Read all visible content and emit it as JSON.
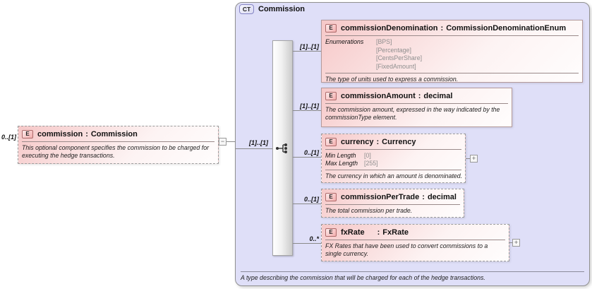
{
  "colors": {
    "container_bg": "#dfdff8",
    "element_pink": "#f6c8c8",
    "badge_pink": "#f3adad",
    "badge_purple_border": "#8585c4",
    "connector": "#8a8a8a"
  },
  "global_element": {
    "cardinality": "0..[1]",
    "badge": "E",
    "name": "commission",
    "separator": ":",
    "type": "Commission",
    "description": "This optional component specifies the commission to be charged for executing the hedge transactions.",
    "collapse_glyph": "−"
  },
  "complex_type": {
    "badge": "CT",
    "title": "Commission",
    "sequence_cardinality": "[1]..[1]",
    "description": "A type describing the commission that will be charged for each of the hedge transactions."
  },
  "children": [
    {
      "badge": "E",
      "name": "commissionDenomination",
      "separator": ":",
      "type": "CommissionDenominationEnum",
      "cardinality": "[1]..[1]",
      "facets_label": "Enumerations",
      "facet_values": [
        "[BPS]",
        "[Percentage]",
        "[CentsPerShare]",
        "[FixedAmount]"
      ],
      "description": "The type of units used to express a commission."
    },
    {
      "badge": "E",
      "name": "commissionAmount",
      "separator": ":",
      "type": "decimal",
      "cardinality": "[1]..[1]",
      "description": "The commission amount, expressed in the way indicated by the commissionType element."
    },
    {
      "badge": "E",
      "name": "currency",
      "separator": ":",
      "type": "Currency",
      "cardinality": "0..[1]",
      "facets": [
        {
          "label": "Min Length",
          "value": "[0]"
        },
        {
          "label": "Max Length",
          "value": "[255]"
        }
      ],
      "description": "The currency in which an amount is denominated.",
      "expand_glyph": "+"
    },
    {
      "badge": "E",
      "name": "commissionPerTrade",
      "separator": ":",
      "type": "decimal",
      "cardinality": "0..[1]",
      "description": "The total commission per trade."
    },
    {
      "badge": "E",
      "name": "fxRate",
      "separator": ":",
      "type": "FxRate",
      "cardinality": "0..*",
      "description": "FX Rates that have been used to convert commissions to a single currency.",
      "expand_glyph": "+"
    }
  ]
}
